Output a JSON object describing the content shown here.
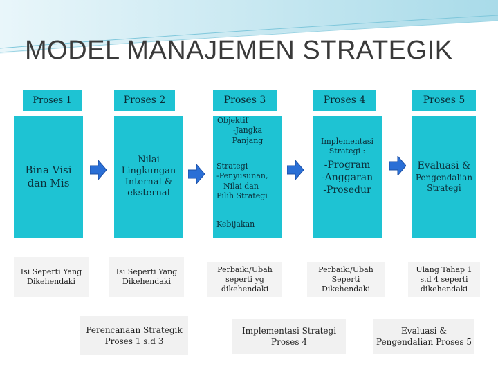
{
  "title": "MODEL MANAJEMEN STRATEGIK",
  "colors": {
    "box": "#1ec3d3",
    "arrow": "#2a6fd6",
    "band": "#bfe6f0"
  },
  "processes": [
    {
      "header": "Proses 1",
      "body": [
        "Bina Visi",
        "dan Mis"
      ]
    },
    {
      "header": "Proses 2",
      "body": [
        "Nilai",
        "Lingkungan",
        "Internal &",
        "eksternal"
      ]
    },
    {
      "header": "Proses 3",
      "top": [
        "Objektif",
        "-Jangka",
        "Panjang"
      ],
      "body": [
        "Strategi",
        "-Penyusunan,",
        "Nilai dan",
        "Pilih Strategi"
      ],
      "bottom": "Kebijakan"
    },
    {
      "header": "Proses 4",
      "top": [
        "Implementasi",
        "Strategi :"
      ],
      "body": [
        "-Program",
        "-Anggaran",
        "-Prosedur"
      ]
    },
    {
      "header": "Proses 5",
      "body": [
        "Evaluasi &",
        "Pengendalian",
        "Strategi"
      ]
    }
  ],
  "notes": [
    [
      "Isi Seperti Yang",
      "Dikehendaki"
    ],
    [
      "Isi Seperti Yang",
      "Dikehendaki"
    ],
    [
      "Perbaiki/Ubah",
      "seperti yg",
      "dikehendaki"
    ],
    [
      "Perbaiki/Ubah",
      "Seperti",
      "Dikehendaki"
    ],
    [
      "Ulang Tahap 1",
      "s.d 4 seperti",
      "dikehendaki"
    ]
  ],
  "phases": [
    [
      "Perencanaan Strategik",
      "Proses 1 s.d 3"
    ],
    [
      "Implementasi Strategi",
      "Proses 4"
    ],
    [
      "Evaluasi &",
      "Pengendalian Proses 5"
    ]
  ]
}
